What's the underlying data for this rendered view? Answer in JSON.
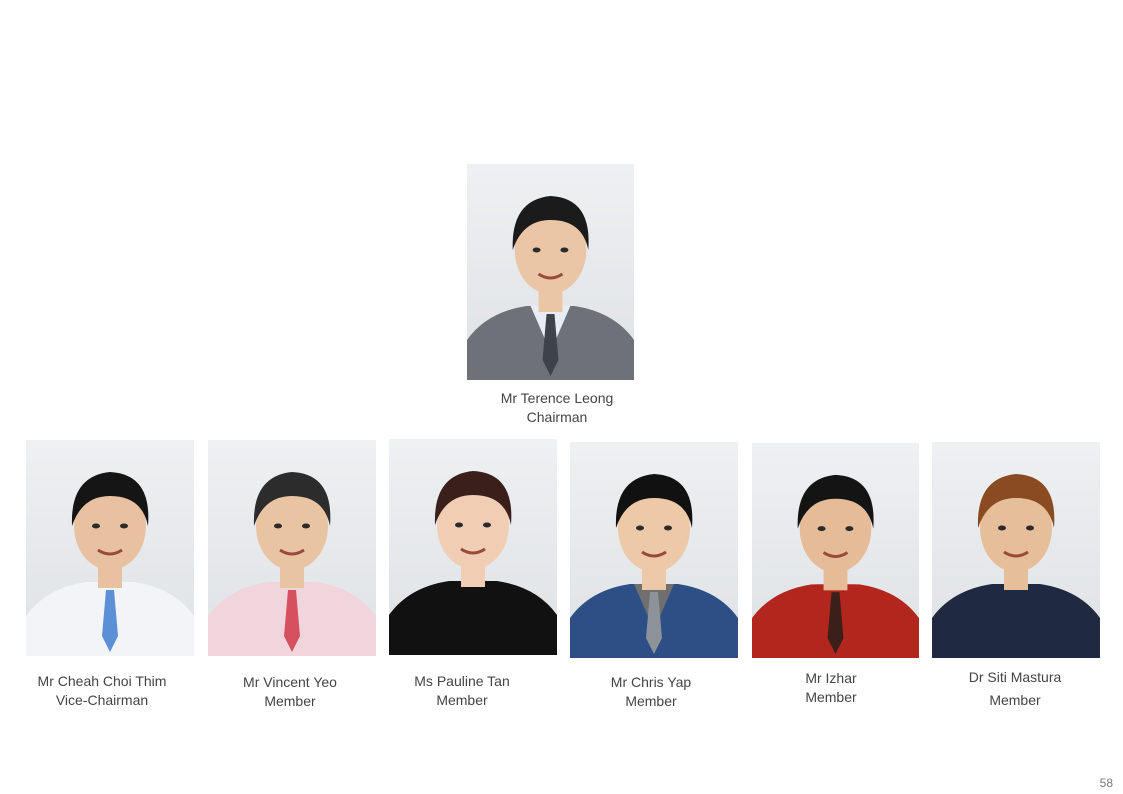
{
  "page": {
    "number": "58"
  },
  "members": [
    {
      "name": "Mr Terence Leong",
      "role": "Chairman",
      "photo": {
        "hair": "#1b1b1b",
        "skin": "#eac6a7",
        "shirt": "#e8ecf3",
        "jacket": "#6e7278",
        "tie": "#3e4349"
      }
    },
    {
      "name": "Mr Cheah Choi Thim",
      "role": "Vice-Chairman",
      "photo": {
        "hair": "#151515",
        "skin": "#e8c2a0",
        "shirt": "#f2f4f8",
        "jacket": "#f2f4f8",
        "tie": "#5b8fd6"
      }
    },
    {
      "name": "Mr Vincent Yeo",
      "role": "Member",
      "photo": {
        "hair": "#2c2c2c",
        "skin": "#e9c4a3",
        "shirt": "#f0d6dc",
        "jacket": "#f0d6dc",
        "tie": "#d5515f"
      }
    },
    {
      "name": "Ms Pauline Tan",
      "role": "Member",
      "photo": {
        "hair": "#3a1f1a",
        "skin": "#f1cdb4",
        "shirt": "#111111",
        "jacket": "#111111",
        "tie": "#111111"
      }
    },
    {
      "name": "Mr Chris Yap",
      "role": "Member",
      "photo": {
        "hair": "#111111",
        "skin": "#edc9a8",
        "shirt": "#6f6f6f",
        "jacket": "#2d4f86",
        "tie": "#8d9399"
      }
    },
    {
      "name": "Mr Izhar",
      "role": "Member",
      "photo": {
        "hair": "#141414",
        "skin": "#e6bc98",
        "shirt": "#b3261e",
        "jacket": "#b3261e",
        "tie": "#3a1f1a"
      }
    },
    {
      "name": "Dr Siti Mastura",
      "role": "Member",
      "photo": {
        "hair": "#8a4a22",
        "skin": "#e7be9a",
        "shirt": "#1f2940",
        "jacket": "#1f2940",
        "tie": "#1f2940"
      }
    }
  ]
}
